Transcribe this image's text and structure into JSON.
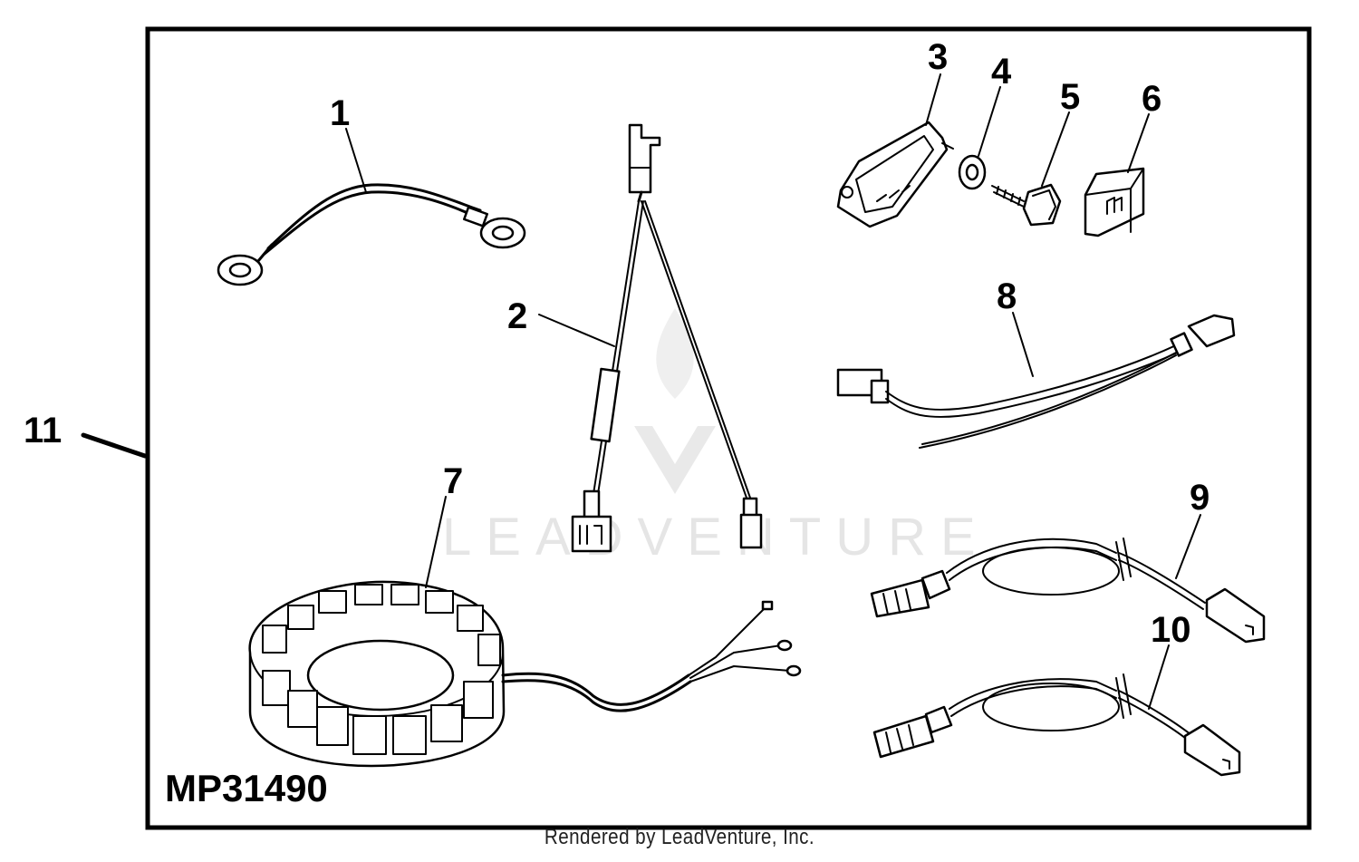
{
  "diagram": {
    "figure_code": "MP31490",
    "footer_text": "Rendered by LeadVenture, Inc.",
    "watermark_text": "LEADVENTURE",
    "callouts": [
      "1",
      "2",
      "3",
      "4",
      "5",
      "6",
      "7",
      "8",
      "9",
      "10",
      "11"
    ],
    "colors": {
      "ink": "#000000",
      "watermark": "#d0d0d0",
      "background": "#ffffff"
    }
  }
}
